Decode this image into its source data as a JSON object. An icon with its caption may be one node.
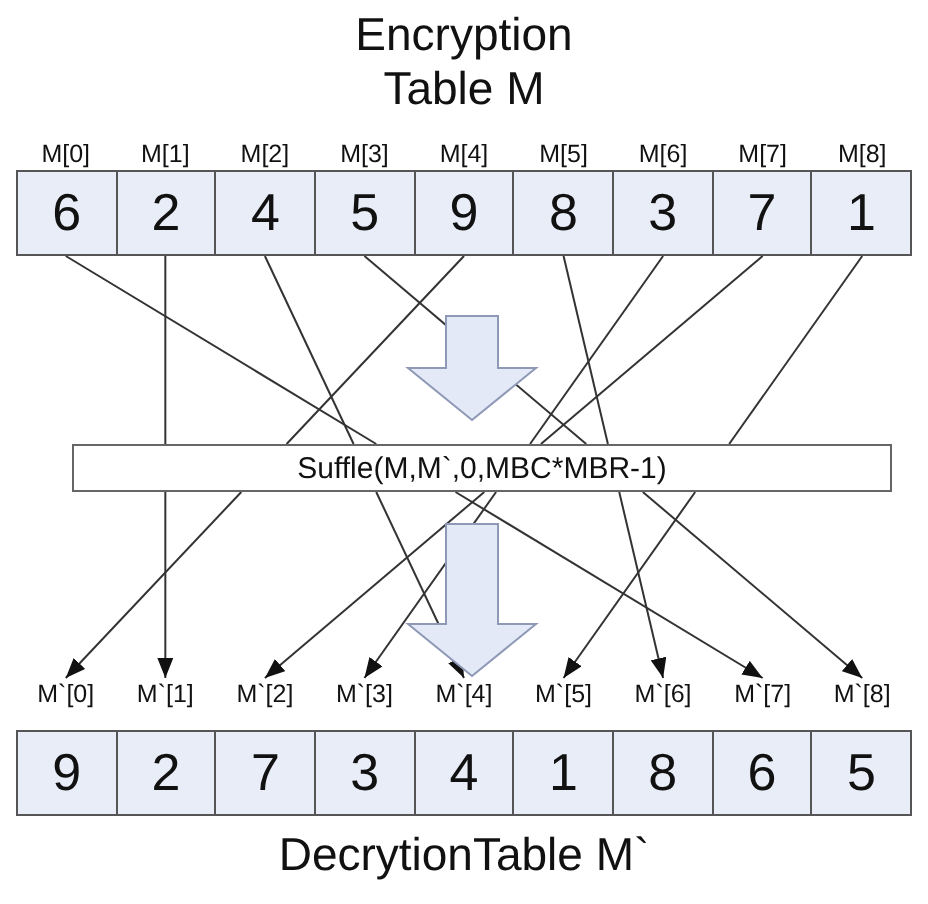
{
  "diagram": {
    "nodes": [
      {
        "text": [
          "Encryption Table M"
        ]
      },
      {
        "text": [
          "6"
        ],
        "in": 0,
        "beside": [
          "M[0]"
        ]
      },
      {
        "text": [
          "2"
        ],
        "in": 0,
        "beside": [
          "M[1]"
        ]
      },
      {
        "text": [
          "4"
        ],
        "in": 0,
        "beside": [
          "M[2]"
        ]
      },
      {
        "text": [
          "5"
        ],
        "in": 0,
        "beside": [
          "M[3]"
        ]
      },
      {
        "text": [
          "9"
        ],
        "in": 0,
        "beside": [
          "M[4]"
        ]
      },
      {
        "text": [
          "8"
        ],
        "in": 0,
        "beside": [
          "M[5]"
        ]
      },
      {
        "text": [
          "3"
        ],
        "in": 0,
        "beside": [
          "M[6]"
        ]
      },
      {
        "text": [
          "7"
        ],
        "in": 0,
        "beside": [
          "M[7]"
        ]
      },
      {
        "text": [
          "1"
        ],
        "in": 0,
        "beside": [
          "M[8]"
        ]
      },
      {
        "text": [
          "Suffle(M,M`,0,MBC*MBR-1)"
        ]
      },
      {
        "text": [
          "DecrytionTable M`"
        ]
      },
      {
        "text": [
          "9"
        ],
        "in": 11,
        "beside": [
          "M`[0]"
        ]
      },
      {
        "text": [
          "2"
        ],
        "in": 11,
        "beside": [
          "M`[1]"
        ]
      },
      {
        "text": [
          "7"
        ],
        "in": 11,
        "beside": [
          "M`[2]"
        ]
      },
      {
        "text": [
          "3"
        ],
        "in": 11,
        "beside": [
          "M`[3]"
        ]
      },
      {
        "text": [
          "4"
        ],
        "in": 11,
        "beside": [
          "M`[4]"
        ]
      },
      {
        "text": [
          "1"
        ],
        "in": 11,
        "beside": [
          "M`[5]"
        ]
      },
      {
        "text": [
          "8"
        ],
        "in": 11,
        "beside": [
          "M`[6]"
        ]
      },
      {
        "text": [
          "6"
        ],
        "in": 11,
        "beside": [
          "M`[7]"
        ]
      },
      {
        "text": [
          "5"
        ],
        "in": 11,
        "beside": [
          "M`[8]"
        ]
      }
    ],
    "edges": [
      {
        "from": 0,
        "to": 10,
        "arrow": "to",
        "style": "thick"
      },
      {
        "from": 10,
        "to": 11,
        "arrow": "to",
        "style": "thick"
      },
      {
        "from": 1,
        "to": 10,
        "arrow": "none"
      },
      {
        "from": 2,
        "to": 10,
        "arrow": "none"
      },
      {
        "from": 3,
        "to": 10,
        "arrow": "none"
      },
      {
        "from": 4,
        "to": 10,
        "arrow": "none"
      },
      {
        "from": 5,
        "to": 10,
        "arrow": "none"
      },
      {
        "from": 6,
        "to": 10,
        "arrow": "none"
      },
      {
        "from": 7,
        "to": 10,
        "arrow": "none"
      },
      {
        "from": 8,
        "to": 10,
        "arrow": "none"
      },
      {
        "from": 9,
        "to": 10,
        "arrow": "none"
      },
      {
        "from": 10,
        "to": 19,
        "arrow": "to"
      },
      {
        "from": 10,
        "to": 13,
        "arrow": "to"
      },
      {
        "from": 10,
        "to": 16,
        "arrow": "to"
      },
      {
        "from": 10,
        "to": 20,
        "arrow": "to"
      },
      {
        "from": 10,
        "to": 12,
        "arrow": "to"
      },
      {
        "from": 10,
        "to": 18,
        "arrow": "to"
      },
      {
        "from": 10,
        "to": 15,
        "arrow": "to"
      },
      {
        "from": 10,
        "to": 14,
        "arrow": "to"
      },
      {
        "from": 10,
        "to": 17,
        "arrow": "to"
      }
    ]
  }
}
